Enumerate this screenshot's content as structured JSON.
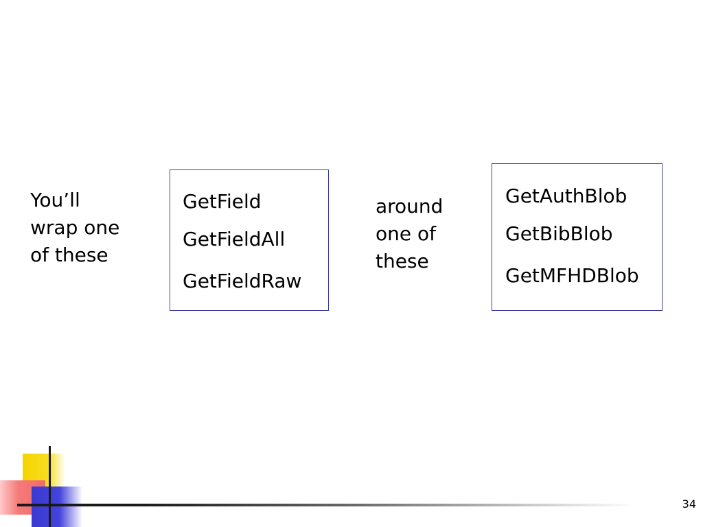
{
  "slide": {
    "left_text": "You’ll\nwrap one\nof these",
    "middle_text": "around\none of\nthese",
    "field_functions": [
      "GetField",
      "GetFieldAll",
      "GetFieldRaw"
    ],
    "blob_functions": [
      "GetAuthBlob",
      "GetBibBlob",
      "GetMFHDBlob"
    ],
    "page_number": "34"
  },
  "colors": {
    "box_border": "#3c3c9c",
    "deco_yellow": "#f4d400",
    "deco_red": "#f26a6a",
    "deco_blue": "#3a3ad0",
    "deco_line": "#1a1a1a"
  }
}
